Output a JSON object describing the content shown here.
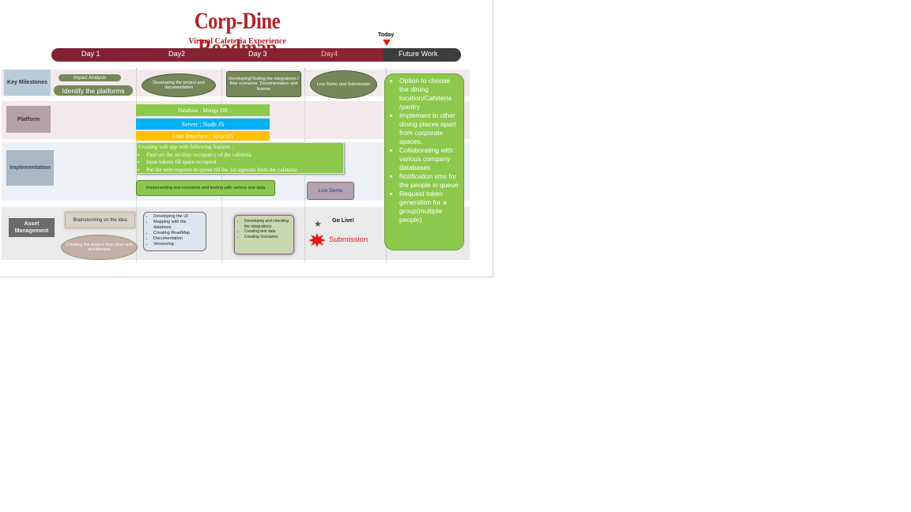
{
  "header": {
    "title": "Corp-Dine Roadmap",
    "subtitle": "Virtual Cafeteria Experience",
    "today_label": "Today"
  },
  "timeline": {
    "days": [
      "Day 1",
      "Day2",
      "Day 3",
      "Day4",
      "Future Work"
    ]
  },
  "rows": {
    "key_milestones": "Key Milestones",
    "platform": "Platform",
    "implementation": "Implementation",
    "asset_management": "Asset Management"
  },
  "milestones": {
    "impact_analysis": "Impact Analysis",
    "identify_platforms": "Identify the platforms",
    "developing_project": "Developing the project and documentation",
    "developing_testing": "Developing/Testing the integrations / flow scenarios. Documentation and license",
    "live_demo_submission": "Live Demo and Submission"
  },
  "platform": {
    "database": "Database : Mongo DB",
    "server": "Server : Node JS",
    "ui": "User Interface : ReactJS"
  },
  "implementation": {
    "webapp_title": "Creating web app with following features :",
    "features": [
      "Find out the on-time occupancy of the cafeteria",
      "Issue tokens till space occupied",
      "Put the next requests in queue till the 1st signouts from the cafeteria"
    ],
    "testing": "Implementing test scenarios and testing with various test data",
    "live_demo": "Live Demo"
  },
  "assets": {
    "brainstorming": "Brainstorming on the idea",
    "flow_chart": "Creating the project flow chart and architecture",
    "day2_items": [
      "Developing the UI",
      "Mapping with the database",
      "Creating RoadMap",
      "Documentation",
      "Versioning"
    ],
    "day3_items": [
      "Developing and checking the integrations",
      "Creating test data",
      "Creating Scenarios"
    ]
  },
  "legend": {
    "go_live": "Go Live!",
    "submission": "Submission"
  },
  "future_work": [
    "Option to choose the dining location/Cafeteria /pantry",
    "Implement to other dining places apart from corporate spaces.",
    "Collaborating with various company databases",
    "Notification sms for the people in queue",
    "Request token generation for a group(multiple people)"
  ],
  "colors": {
    "title_red": "#b31f24",
    "timeline_maroon": "#8a2433",
    "timeline_dark": "#3d3d40",
    "olive": "#76875a",
    "green": "#8cc84b",
    "cyan": "#00b0f0",
    "amber": "#ffc000"
  }
}
